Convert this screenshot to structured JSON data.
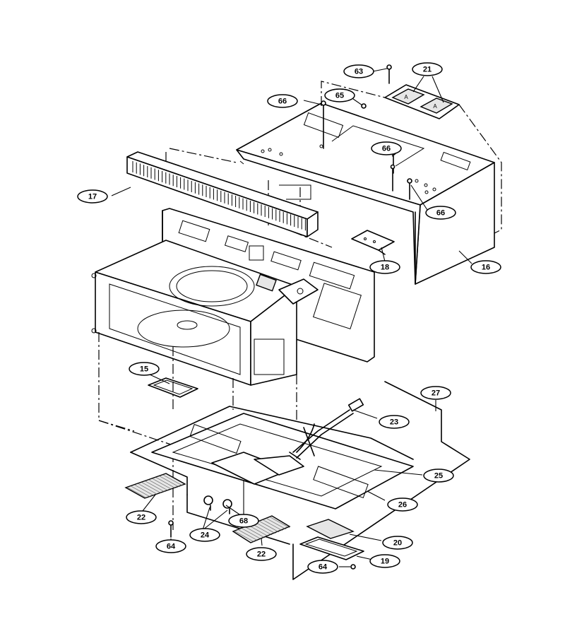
{
  "callouts": [
    {
      "id": "c63",
      "label": "63"
    },
    {
      "id": "c21",
      "label": "21"
    },
    {
      "id": "c66a",
      "label": "66"
    },
    {
      "id": "c65",
      "label": "65"
    },
    {
      "id": "c66b",
      "label": "66"
    },
    {
      "id": "c17",
      "label": "17"
    },
    {
      "id": "c66c",
      "label": "66"
    },
    {
      "id": "c18",
      "label": "18"
    },
    {
      "id": "c16",
      "label": "16"
    },
    {
      "id": "c15",
      "label": "15"
    },
    {
      "id": "c27",
      "label": "27"
    },
    {
      "id": "c23",
      "label": "23"
    },
    {
      "id": "c25",
      "label": "25"
    },
    {
      "id": "c26",
      "label": "26"
    },
    {
      "id": "c22a",
      "label": "22"
    },
    {
      "id": "c68",
      "label": "68"
    },
    {
      "id": "c24",
      "label": "24"
    },
    {
      "id": "c22b",
      "label": "22"
    },
    {
      "id": "c20",
      "label": "20"
    },
    {
      "id": "c64a",
      "label": "64"
    },
    {
      "id": "c19",
      "label": "19"
    },
    {
      "id": "c64b",
      "label": "64"
    }
  ],
  "bracket_markings": [
    "A",
    "A"
  ]
}
